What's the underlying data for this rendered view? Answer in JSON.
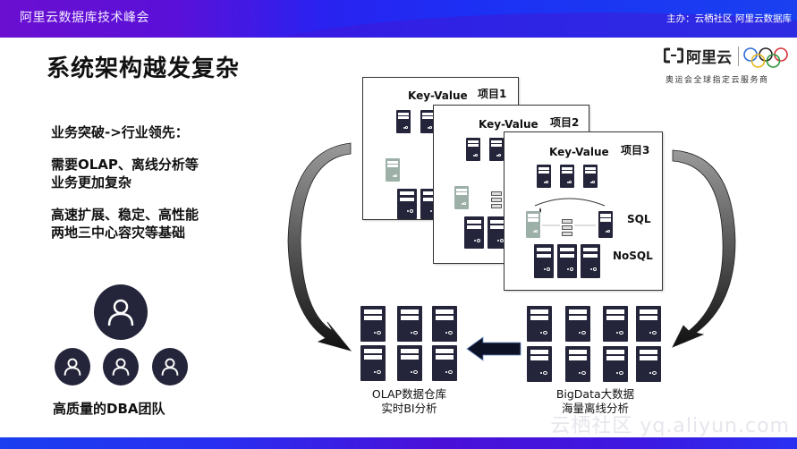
{
  "header": {
    "event_title": "阿里云数据库技术峰会",
    "sponsor": "主办：云栖社区 阿里云数据库"
  },
  "slide": {
    "title": "系统架构越发复杂"
  },
  "logo": {
    "brand": "阿里云",
    "tagline": "奥运会全球指定云服务商",
    "icons": [
      "aliyun-logo-icon",
      "olympic-rings-icon"
    ]
  },
  "bullets": [
    {
      "lines": [
        "业务突破->行业领先："
      ]
    },
    {
      "lines": [
        "需要OLAP、离线分析等",
        "业务更加复杂"
      ]
    },
    {
      "lines": [
        "高速扩展、稳定、高性能",
        "两地三中心容灾等基础"
      ]
    }
  ],
  "team": {
    "label": "高质量的DBA团队",
    "icon": "user-icon"
  },
  "projects": [
    {
      "kv_label": "Key-Value",
      "name": "项目1"
    },
    {
      "kv_label": "Key-Value",
      "name": "项目2"
    },
    {
      "kv_label": "Key-Value",
      "name": "项目3",
      "sql_label": "SQL",
      "nosql_label": "NoSQL"
    }
  ],
  "clusters": {
    "olap": {
      "line1": "OLAP数据仓库",
      "line2": "实时BI分析"
    },
    "bigdata": {
      "line1": "BigData大数据",
      "line2": "海量离线分析"
    }
  },
  "watermark": "云栖社区 yq.aliyun.com",
  "colors": {
    "header_purple": "#6a0fd0",
    "header_blue": "#1a40f0",
    "server_dark": "#24243a",
    "server_light": "#9db0a8"
  }
}
